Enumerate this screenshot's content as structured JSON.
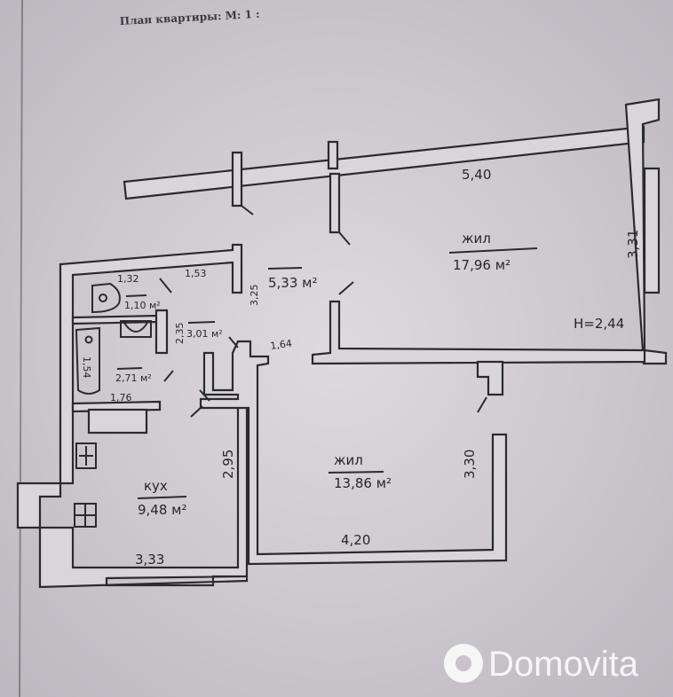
{
  "header": {
    "title": "План квартиры: М: 1 :"
  },
  "rooms": {
    "living_1": {
      "name": "жил",
      "area": "17,96 м²",
      "width": "5,40",
      "depth": "3,31",
      "height": "H=2,44"
    },
    "living_2": {
      "name": "жил",
      "area": "13,86 м²",
      "width": "4,20",
      "depth": "3,30"
    },
    "kitchen": {
      "name": "кух",
      "area": "9,48 м²",
      "width": "3,33",
      "depth": "2,95"
    },
    "hall": {
      "area": "5,33 м²",
      "depth": "3,25",
      "width": "1,64"
    },
    "corridor": {
      "area": "3,01 м²",
      "depth": "2,35"
    },
    "toilet": {
      "area": "1,10 м²",
      "width": "1,32"
    },
    "bathroom": {
      "area": "2,71 м²",
      "width": "1,76",
      "depth": "1,54"
    },
    "closet": {
      "width": "1,53"
    }
  },
  "watermark": {
    "text": "Domovita"
  },
  "colors": {
    "paper": "#c8c4ca",
    "ink": "#2a2a30"
  }
}
